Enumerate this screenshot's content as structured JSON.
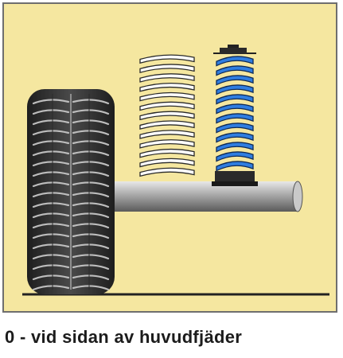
{
  "caption": "0 - vid sidan av huvudfjäder",
  "colors": {
    "panel": "#f5e7a0",
    "panel_border": "#6e6e6e",
    "tyre": "#3a3a3a",
    "tread": "#222222",
    "groove": "#bdbdbd",
    "axle": "#9a9a9a",
    "main_spring": "#ffffff",
    "aux_spring": "#2f7de0",
    "spring_seat": "#2a2a2a",
    "ground": "#222222"
  },
  "icons": {
    "wheel": "tire-side-view",
    "main_spring": "coil-spring-white",
    "aux_spring": "coil-spring-blue-with-seats",
    "axle": "axle-beam"
  }
}
